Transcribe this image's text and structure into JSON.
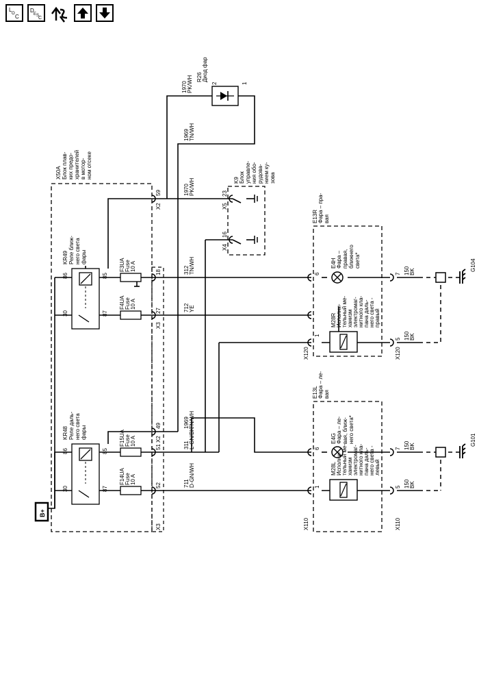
{
  "toolbar": {
    "buttons": [
      {
        "name": "loc-button",
        "icon": "loc-icon",
        "text": "LOC"
      },
      {
        "name": "desc-button",
        "icon": "desc-icon",
        "text": "DESC"
      },
      {
        "name": "connector-info-button",
        "icon": "connector-arrows-icon"
      },
      {
        "name": "page-up-button",
        "icon": "arrow-up-icon"
      },
      {
        "name": "page-down-button",
        "icon": "arrow-down-icon"
      }
    ]
  },
  "diagram": {
    "battery": "B+",
    "fuse_block": {
      "id": "X50A",
      "desc": [
        "Блок плав-",
        "ких предо-",
        "хранителей",
        "в мотор-",
        "ном отсеке"
      ]
    },
    "relays": {
      "kr49": {
        "id": "KR49",
        "desc": [
          "Реле ближ-",
          "него света",
          "фары"
        ],
        "p86": "86",
        "p85": "85",
        "p30": "30",
        "p87": "87"
      },
      "kr48": {
        "id": "KR48",
        "desc": [
          "Реле даль-",
          "него света",
          "фары"
        ],
        "p86": "86",
        "p85": "85",
        "p30": "30",
        "p87": "87"
      }
    },
    "fuses": {
      "f3ua": {
        "id": "F3UA",
        "type": "Fuse",
        "rating": "10 A"
      },
      "f4ua": {
        "id": "F4UA",
        "type": "Fuse",
        "rating": "10 A"
      },
      "f15ua": {
        "id": "F15UA",
        "type": "Fuse",
        "rating": "10 A"
      },
      "f14ua": {
        "id": "F14UA",
        "type": "Fuse",
        "rating": "10 A"
      }
    },
    "connectors": {
      "x2_59": {
        "conn": "X2",
        "pin": "59"
      },
      "x3_18": {
        "pin": "18"
      },
      "x3_27": {
        "conn": "X3",
        "pin": "27"
      },
      "x2_49": {
        "conn": "X2",
        "pin": "49"
      },
      "x3_51": {
        "pin": "51"
      },
      "x3_52": {
        "conn": "X3",
        "pin": "52"
      },
      "x5_23": {
        "conn": "X5",
        "pin": "23"
      },
      "x4_16": {
        "conn": "X4",
        "pin": "16"
      },
      "x120_6": {
        "pin": "6"
      },
      "x120_1": {
        "conn": "X120",
        "pin": "1"
      },
      "x120_7": {
        "pin": "7"
      },
      "x120_5": {
        "conn": "X120",
        "pin": "5"
      },
      "x110_6": {
        "pin": "6"
      },
      "x110_1": {
        "conn": "X110",
        "pin": "1"
      },
      "x110_7": {
        "pin": "7"
      },
      "x110_5": {
        "conn": "X110",
        "pin": "5"
      }
    },
    "wires": {
      "w1970_top": {
        "num": "1970",
        "color": "PK/WH"
      },
      "w1969_top": {
        "num": "1969",
        "color": "TN/WH"
      },
      "w1970_mid": {
        "num": "1970",
        "color": "PK/WH"
      },
      "w312": {
        "num": "312",
        "color": "TN/WH"
      },
      "w712": {
        "num": "712",
        "color": "YE"
      },
      "w1969_low": {
        "num": "1969",
        "color": "TN/WH"
      },
      "w311": {
        "num": "311",
        "color": "L-GN/BK"
      },
      "w711": {
        "num": "711",
        "color": "D-GN/WH"
      },
      "w150_r7": {
        "num": "150",
        "color": "BK"
      },
      "w150_r5": {
        "num": "150",
        "color": "BK"
      },
      "w150_l7": {
        "num": "150",
        "color": "BK"
      },
      "w150_l5": {
        "num": "150",
        "color": "BK"
      }
    },
    "diode": {
      "id": "R26",
      "desc": "Диод фар",
      "pin2": "2",
      "pin1": "1"
    },
    "module": {
      "id": "K9",
      "desc": [
        "Блок",
        "управле-",
        "ния обо-",
        "рудова-",
        "нием ку-",
        "зова"
      ]
    },
    "headlamp_right": {
      "id": "E13R",
      "desc": [
        "Фара – пра-",
        "вая"
      ]
    },
    "headlamp_left": {
      "id": "E13L",
      "desc": [
        "Фара – ле-",
        "вая"
      ]
    },
    "bulb_e4h": {
      "id": "E4H",
      "desc": [
        "Фара –",
        "правая,",
        "ближнего",
        "света*"
      ]
    },
    "bulb_e4g": {
      "id": "E4G",
      "desc": [
        "Фара – ле-",
        "вая, ближ-",
        "него света*"
      ]
    },
    "actuator_right": {
      "id": "M28R",
      "desc": [
        "Исполни-",
        "тельный ме-",
        "ханизм",
        "электромаг-",
        "нитного кла-",
        "пана даль-",
        "него света -",
        "правый"
      ]
    },
    "actuator_left": {
      "id": "M28L",
      "desc": [
        "Исполни-",
        "тельный ме-",
        "ханизм",
        "электромаг-",
        "нитного кла-",
        "пана даль-",
        "него света -",
        "левый"
      ]
    },
    "grounds": {
      "g104": "G104",
      "g101": "G101"
    }
  }
}
